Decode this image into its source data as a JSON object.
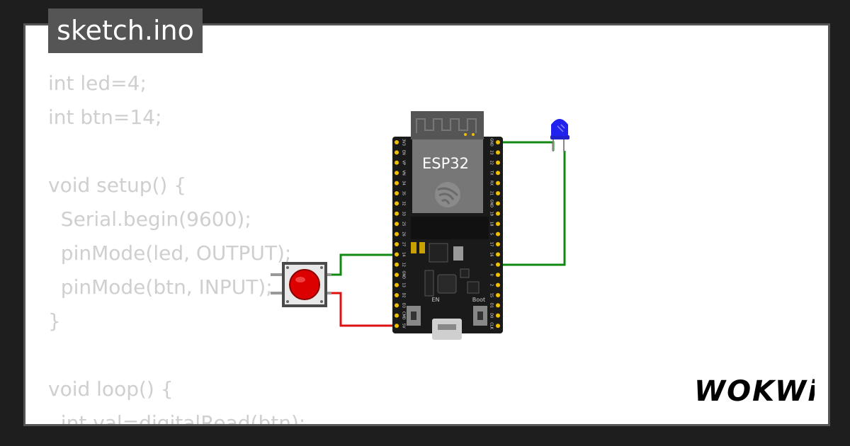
{
  "tab": {
    "filename": "sketch.ino"
  },
  "code": {
    "text": "int led=4;\nint btn=14;\n\nvoid setup() {\n  Serial.begin(9600);\n  pinMode(led, OUTPUT);\n  pinMode(btn, INPUT);\n}\n\nvoid loop() {\n  int val=digitalRead(btn);"
  },
  "board": {
    "label": "ESP32",
    "en_label": "EN",
    "boot_label": "Boot",
    "left_pins": [
      "3V3",
      "EN",
      "VP",
      "VN",
      "34",
      "35",
      "32",
      "33",
      "25",
      "26",
      "27",
      "14",
      "12",
      "GND",
      "13",
      "D2",
      "D3",
      "CMD",
      "5V"
    ],
    "right_pins": [
      "GND",
      "23",
      "22",
      "TX",
      "RX",
      "21",
      "GND",
      "19",
      "18",
      "5",
      "17",
      "16",
      "4",
      "0",
      "2",
      "15",
      "D1",
      "D0",
      "CLK"
    ]
  },
  "brand": {
    "logo_text": "WOKWi"
  },
  "colors": {
    "background": "#1e1e1e",
    "card_border": "#555555",
    "tab_bg": "#555555",
    "code_text": "#cfcfcf",
    "wire_green": "#118811",
    "wire_red": "#dd1111",
    "led_blue": "#2222ee",
    "button_red": "#dd0000",
    "board_black": "#1a1a1a",
    "pin_yellow": "#f0c000"
  }
}
